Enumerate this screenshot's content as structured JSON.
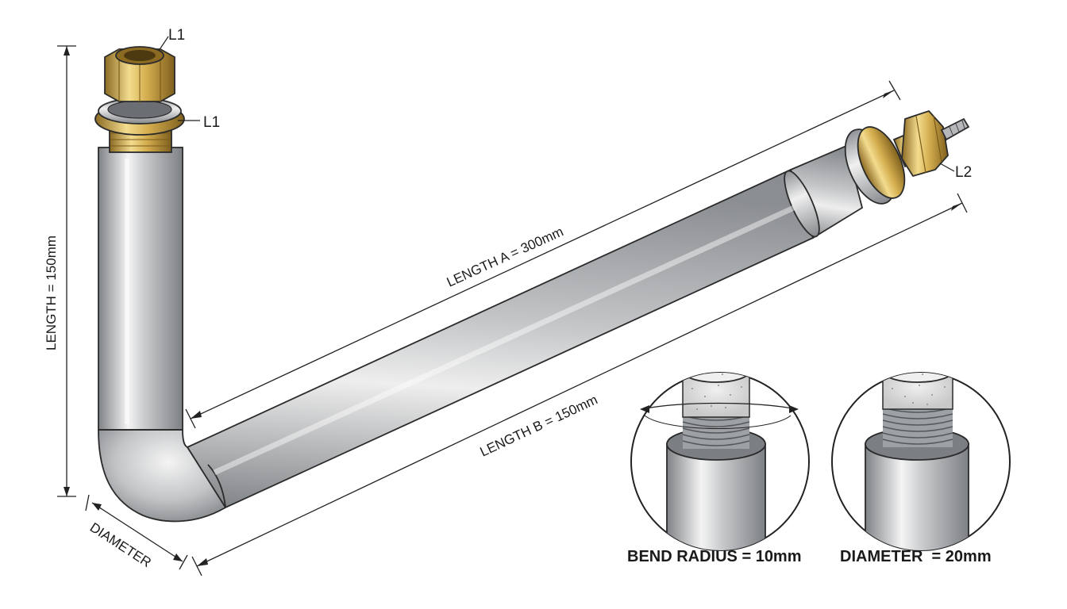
{
  "labels": {
    "top_nut": "L1",
    "washer": "L1",
    "right_fitting": "L2",
    "length_vertical": "LENGTH = 150mm",
    "length_a": "LENGTH A = 300mm",
    "length_b": "LENGTH B = 150mm",
    "diameter_side": "DIAMETER",
    "bend_radius": "BEND RADIUS = 10mm",
    "diameter_detail": "DIAMETER  = 20mm"
  },
  "colors": {
    "steel_light": "#f2f2f2",
    "steel_mid": "#c4c6c8",
    "steel_dark": "#8d9094",
    "brass_light": "#f3dc8e",
    "brass_mid": "#d4ad4e",
    "brass_dark": "#8c6a22",
    "ink": "#1a1a1a"
  }
}
